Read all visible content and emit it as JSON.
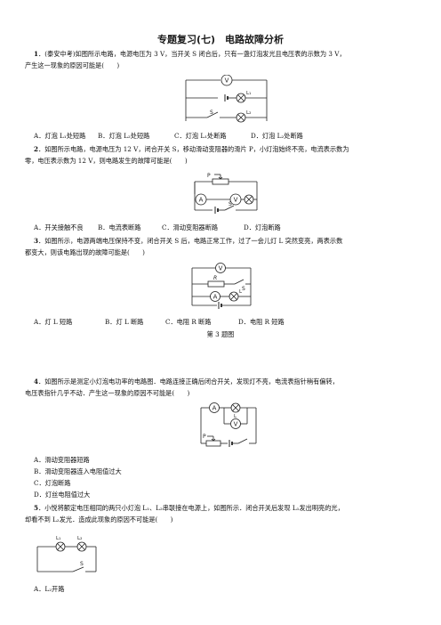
{
  "title": "专题复习(七)　电路故障分析",
  "q1": {
    "num": "1",
    "line1": "．(泰安中考)如图所示电路，电源电压为 3 V，当开关 S 闭合后，只有一盏灯泡发光且电压表的示数为 3 V，",
    "line2": "产生这一现象的原因可能是(　　)",
    "options": [
      "A．灯泡 L₁处短路",
      "B．灯泡 L₂处短路",
      "C．灯泡 L₁处断路",
      "D．灯泡 L₂处断路"
    ],
    "fig": {
      "v": "V",
      "l1": "L₁",
      "l2": "L₂",
      "s": "S"
    }
  },
  "q2": {
    "num": "2",
    "line1": "．如图所示电路，电源电压为 12 V，闭合开关 S，移动滑动变阻器的滑片 P，小灯泡始终不亮，电流表示数为",
    "line2": "零，电压表示数为 12 V，则电路发生的故障可能是(　　)",
    "options": [
      "A．开关接触不良",
      "B．电流表断路",
      "C．滑动变阻器断路",
      "D．灯泡断路"
    ],
    "fig": {
      "p": "P",
      "a": "A",
      "v": "V",
      "s": "S"
    }
  },
  "q3": {
    "num": "3",
    "line1": "．如图所示，电源两端电压保持不变，闭合开关 S 后，电路正常工作，过了一会儿灯 L 突然变亮，两表示数",
    "line2": "都变大，则该电路出现的故障可能是(　　)",
    "options": [
      "A．灯 L 短路",
      "B．灯 L 断路",
      "C．电阻 R 断路",
      "D．电阻 R 短路"
    ],
    "caption": "第 3 题图",
    "fig": {
      "v": "V",
      "r": "R",
      "s": "S",
      "a": "A",
      "l": "L"
    }
  },
  "q4": {
    "num": "4",
    "line1": "．如图所示是测定小灯泡电功率的电路图．电路连接正确后闭合开关，发现灯不亮，电流表指针稍有偏转，",
    "line2": "电压表指针几乎不动．产生这一现象的原因不可能是(　　)",
    "options": [
      "A．滑动变阻器短路",
      "B．滑动变阻器连入电阻值过大",
      "C．灯泡断路",
      "D．灯丝电阻值过大"
    ],
    "fig": {
      "a": "A",
      "l": "L",
      "v": "V",
      "p": "P"
    }
  },
  "q5": {
    "num": "5",
    "line1": "．小悦将额定电压相同的两只小灯泡 L₁、L₂串联接在电源上，如图所示．闭合开关后发现 L₁发出明亮的光，",
    "line2": "却看不到 L₂发光．造成此现象的原因不可能是(　　)",
    "options": [
      "A．L₂开路"
    ],
    "fig": {
      "l1": "L₁",
      "l2": "L₂",
      "s": "S"
    }
  }
}
